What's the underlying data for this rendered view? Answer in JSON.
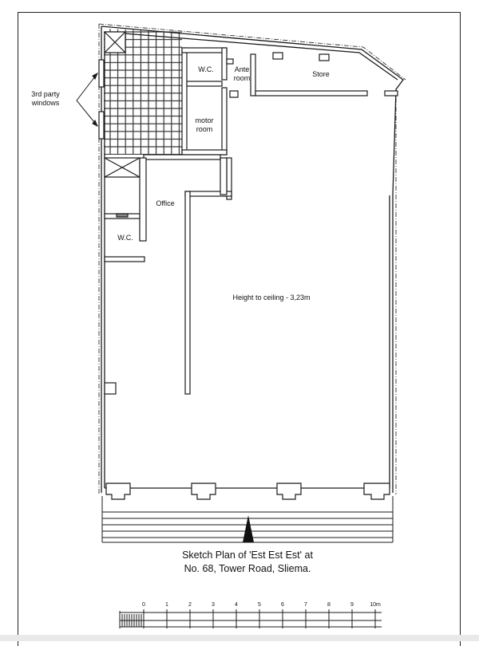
{
  "plan": {
    "rooms": {
      "wc_top": "W.C.",
      "ante_room": "Ante\nroom",
      "store": "Store",
      "motor_room": "motor\nroom",
      "office": "Office",
      "wc_left": "W.C.",
      "main_hall": "Height to ceiling - 3,23m"
    },
    "callout": "3rd party\nwindows",
    "caption_line1": "Sketch Plan of 'Est Est Est' at",
    "caption_line2": "No. 68, Tower Road, Sliema."
  },
  "scale_bar": {
    "ticks": [
      "0",
      "1",
      "2",
      "3",
      "4",
      "5",
      "6",
      "7",
      "8",
      "9",
      "10m"
    ]
  },
  "colors": {
    "line": "#1a1a1a",
    "background": "#ffffff"
  }
}
